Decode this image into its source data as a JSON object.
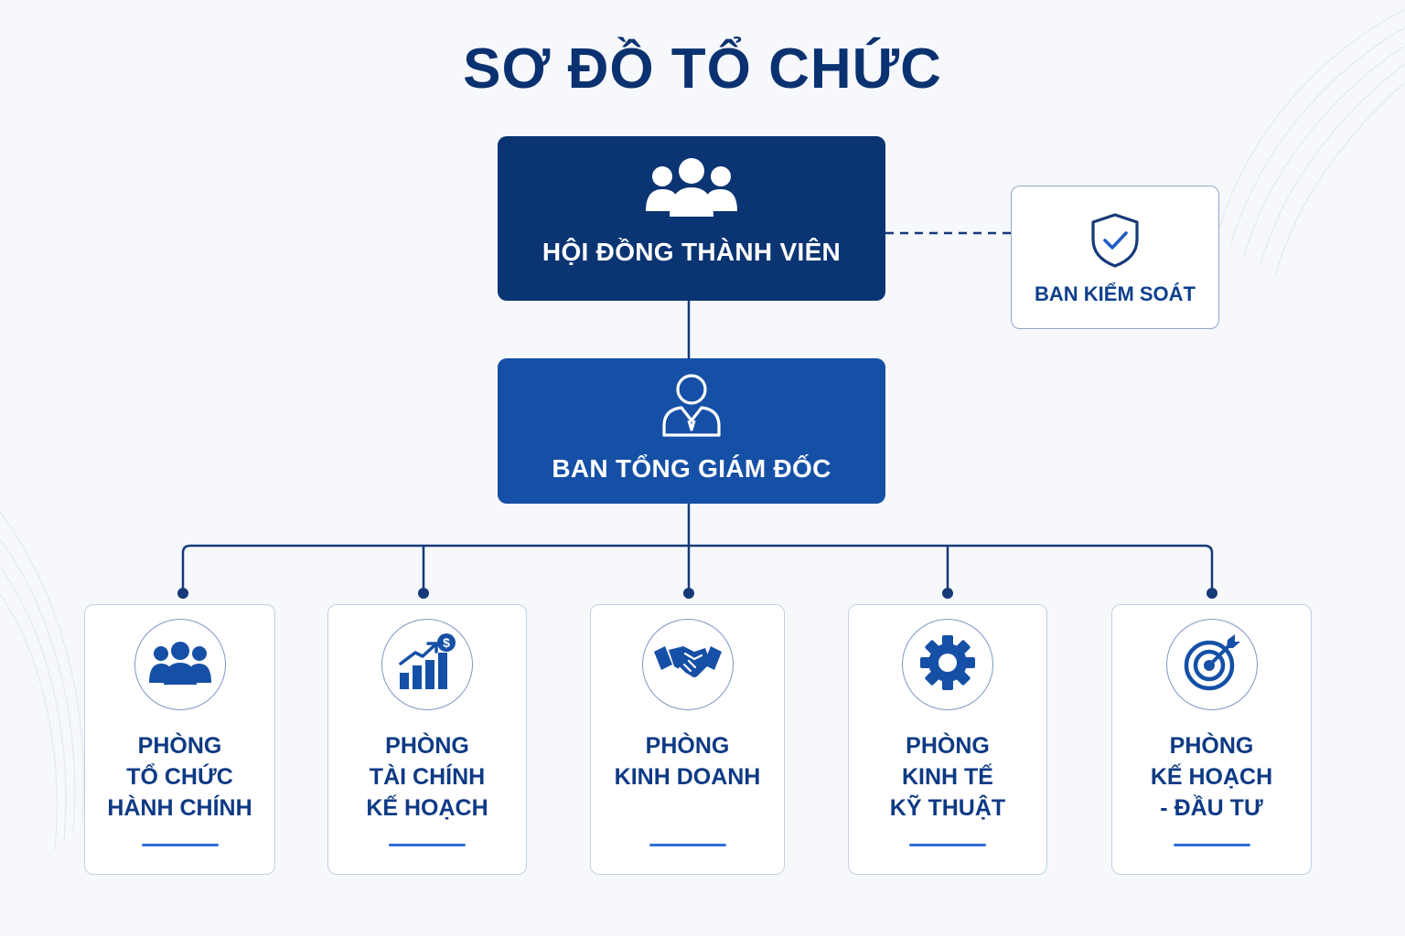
{
  "title": "SƠ ĐỒ TỔ CHỨC",
  "board": {
    "label": "HỘI ĐỒNG THÀNH VIÊN",
    "icon": "group-icon"
  },
  "ceo": {
    "label": "BAN TỔNG GIÁM ĐỐC",
    "icon": "manager-icon"
  },
  "supervisory": {
    "label": "BAN KIỂM SOÁT",
    "icon": "shield-check-icon"
  },
  "departments": [
    {
      "lines": [
        "PHÒNG",
        "TỔ CHỨC",
        "HÀNH CHÍNH"
      ],
      "icon": "people-icon"
    },
    {
      "lines": [
        "PHÒNG",
        "TÀI CHÍNH",
        "KẾ HOẠCH"
      ],
      "icon": "growth-chart-icon"
    },
    {
      "lines": [
        "PHÒNG",
        "KINH DOANH"
      ],
      "icon": "handshake-icon"
    },
    {
      "lines": [
        "PHÒNG",
        "KINH TẾ",
        "KỸ THUẬT"
      ],
      "icon": "gear-icon"
    },
    {
      "lines": [
        "PHÒNG",
        "KẾ HOẠCH",
        "- ĐẦU TƯ"
      ],
      "icon": "target-icon"
    }
  ],
  "colors": {
    "title": "#0b3270",
    "board_fill": "#0b3472",
    "ceo_fill": "#1550a6",
    "connector": "#163a78",
    "department_text": "#0e3a84",
    "accent": "#2f6fd6"
  }
}
